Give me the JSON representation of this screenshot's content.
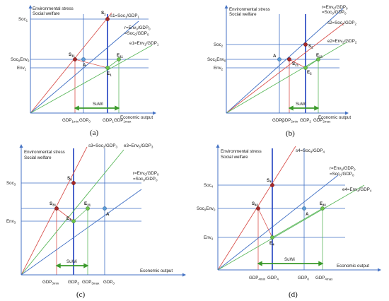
{
  "palette": {
    "axis": "#4472c4",
    "red": "#d9534f",
    "green": "#5cb85c",
    "blue": "#3f6fc4",
    "darkblue": "#1f3fbf",
    "redpt": "#a52a2a",
    "greenpt": "#6cc24a",
    "bluept": "#5b9bd5",
    "arrow": "#3a9a2a"
  },
  "panels": [
    {
      "caption": "(a)",
      "yaxis_title": [
        "Environmental stress",
        "Social welfare"
      ],
      "xaxis_title": "Economic output",
      "line_labels": [
        "s1=Soc",
        "1",
        "/GDP",
        "1",
        "r=Env",
        "0",
        "/GDP",
        "0",
        "=Soc",
        "0",
        "/GDP",
        "0",
        "e1=Env",
        "1",
        "/GDP",
        "1"
      ],
      "y_ticks": [
        [
          "Soc",
          "1"
        ],
        [
          "Soc",
          "0",
          "Env",
          "0"
        ],
        [
          "Env",
          "1"
        ]
      ],
      "x_ticks": [
        [
          "GDP",
          "1min"
        ],
        [
          "GDP",
          "0"
        ],
        [
          "GDP",
          "1"
        ],
        [
          "GDP",
          "1max"
        ]
      ],
      "points": [
        [
          "S",
          "1"
        ],
        [
          "S",
          "11"
        ],
        [
          "A"
        ],
        [
          "E",
          "1"
        ],
        [
          "E",
          "11"
        ]
      ],
      "suwi": "SuWi"
    },
    {
      "caption": "(b)",
      "yaxis_title": [
        "Environmental stress",
        "Social welfare"
      ],
      "xaxis_title": "Economic output",
      "line_labels": [
        "r=Env",
        "0",
        "/GDP",
        "0",
        "=Soc",
        "0",
        "/GDP",
        "0",
        "s2=Soc",
        "2",
        "/GDP",
        "2",
        "e2=Env",
        "2",
        "/GDP",
        "2"
      ],
      "y_ticks": [
        [
          "Soc",
          "2"
        ],
        [
          "Soc",
          "0",
          "Env",
          "0"
        ],
        [
          "Env",
          "2"
        ]
      ],
      "x_ticks": [
        [
          "GDP",
          "0"
        ],
        [
          "GDP",
          "2min"
        ],
        [
          "GDP",
          "2"
        ],
        [
          "GDP",
          "2max"
        ]
      ],
      "points": [
        [
          "S",
          "2"
        ],
        [
          "S",
          "21"
        ],
        [
          "A"
        ],
        [
          "E",
          "2"
        ],
        [
          "E",
          "21"
        ]
      ],
      "suwi": "SuWi"
    },
    {
      "caption": "(c)",
      "yaxis_title": [
        "Environmental stress",
        "Social welfare"
      ],
      "xaxis_title": "Economic output",
      "line_labels": [
        "s3=Soc",
        "3",
        "/GDP",
        "3",
        "e3=Env",
        "3",
        "/GDP",
        "3",
        "r=Env",
        "0",
        "/GDP",
        "0",
        "=Soc",
        "0",
        "/GDP",
        "0"
      ],
      "y_ticks": [
        [
          "Soc",
          "3"
        ],
        [
          "Env",
          "3"
        ]
      ],
      "x_ticks": [
        [
          "GDP",
          "3min"
        ],
        [
          "GDP",
          "3"
        ],
        [
          "GDP",
          "3max"
        ],
        [
          "GDP",
          "0"
        ]
      ],
      "points": [
        [
          "S",
          "3"
        ],
        [
          "S",
          "31"
        ],
        [
          "A"
        ],
        [
          "E",
          "3"
        ],
        [
          "E",
          "31"
        ]
      ],
      "suwi": "SuWi"
    },
    {
      "caption": "(d)",
      "yaxis_title": [
        "Environmental stress",
        "Social welfare"
      ],
      "xaxis_title": "Economic output",
      "line_labels": [
        "s4=Soc",
        "4",
        "/GDP",
        "4",
        "r=Env",
        "0",
        "/GDP",
        "0",
        "=Soc",
        "0",
        "/GDP",
        "0",
        "e4=Env",
        "4",
        "/GDP",
        "4"
      ],
      "y_ticks": [
        [
          "Soc",
          "4"
        ],
        [
          "Soc",
          "0",
          "Env",
          "0"
        ],
        [
          "Env",
          "4"
        ]
      ],
      "x_ticks": [
        [
          "GDP",
          "4min"
        ],
        [
          "GDP",
          "4"
        ],
        [
          "GDP",
          "0"
        ],
        [
          "GDP",
          "4max"
        ]
      ],
      "points": [
        [
          "S",
          "4"
        ],
        [
          "S",
          "41"
        ],
        [
          "A"
        ],
        [
          "E",
          "4"
        ],
        [
          "E",
          "41"
        ]
      ],
      "suwi": "SuWi"
    }
  ]
}
